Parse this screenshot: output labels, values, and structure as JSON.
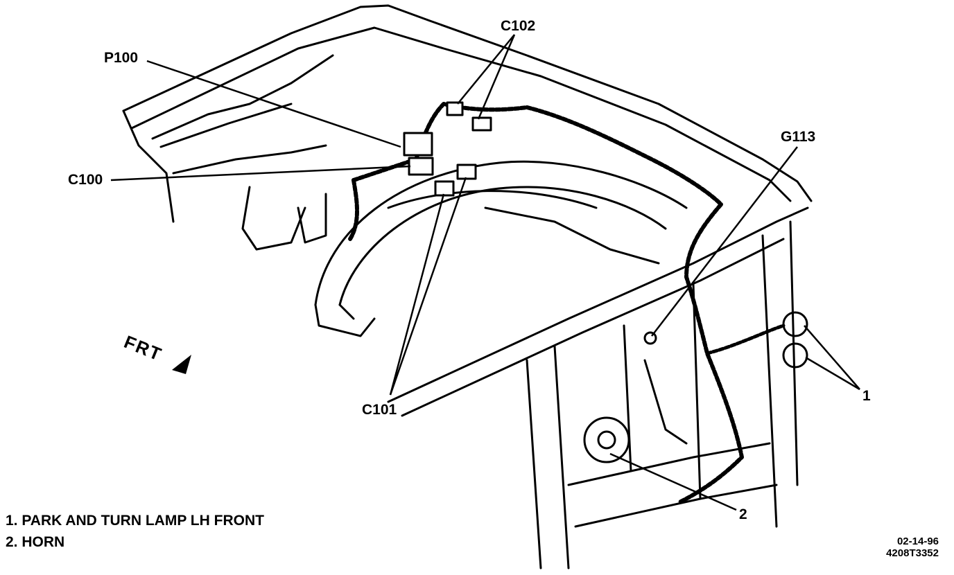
{
  "callouts": {
    "p100": "P100",
    "c102": "C102",
    "c100": "C100",
    "g113": "G113",
    "c101": "C101",
    "item1": "1",
    "item2": "2"
  },
  "direction": {
    "label": "FRT"
  },
  "legend": {
    "items": [
      "1. PARK AND TURN LAMP LH FRONT",
      "2. HORN"
    ]
  },
  "footer": {
    "date": "02-14-96",
    "code": "4208T3352"
  },
  "colors": {
    "ink": "#000000",
    "paper": "#ffffff"
  }
}
